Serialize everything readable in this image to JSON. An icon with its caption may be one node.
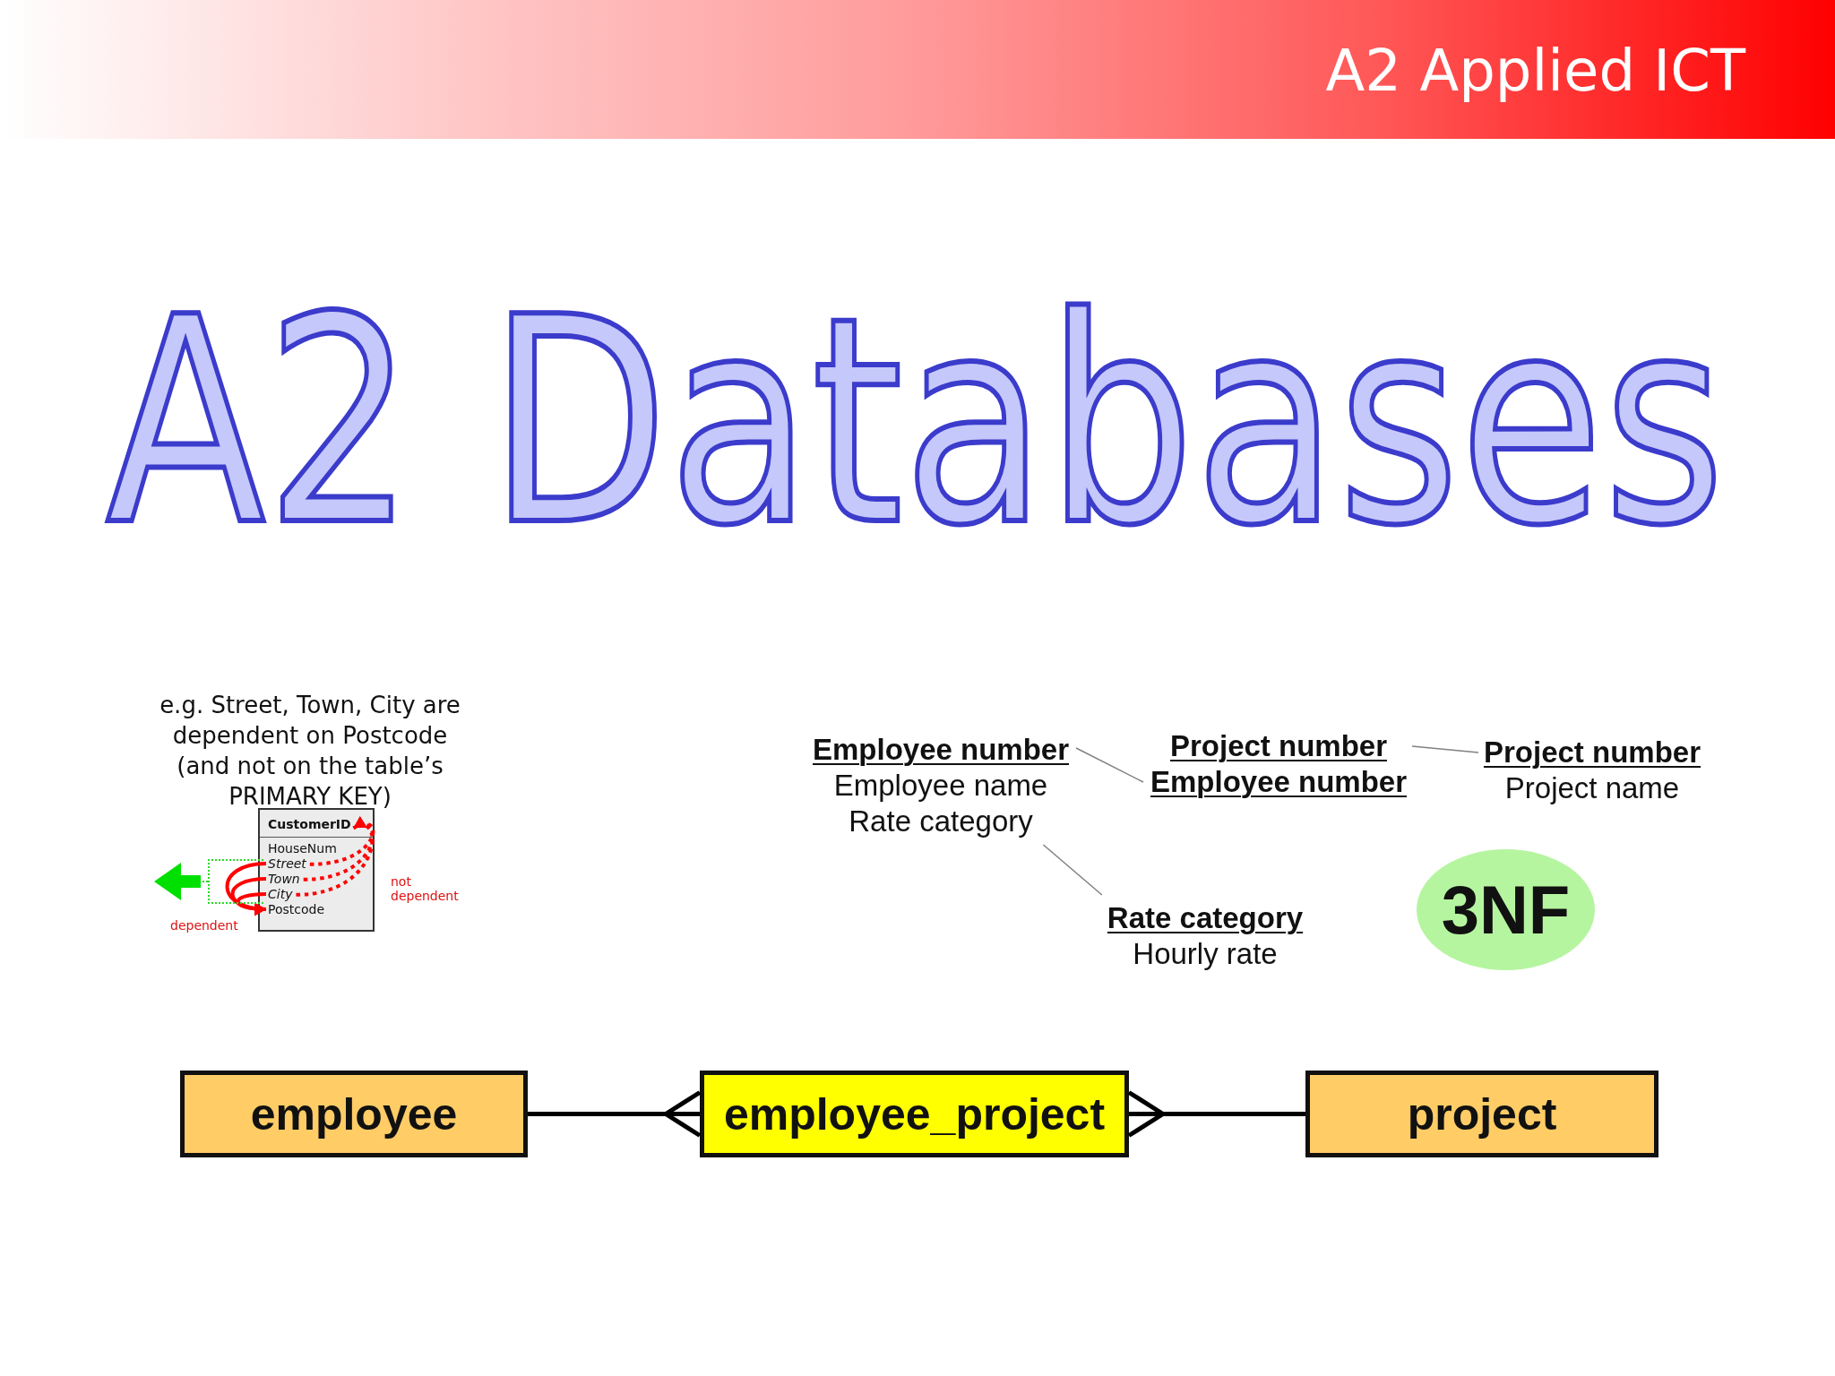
{
  "diagram": {
    "title": "A2 Databases",
    "nodes": [
      {
        "text": [],
        "shape": "box"
      },
      {
        "text": [
          "CustomerID"
        ],
        "in": 0
      },
      {
        "text": [
          "HouseNum"
        ],
        "in": 0
      },
      {
        "text": [
          "Street"
        ],
        "in": 0
      },
      {
        "text": [
          "Town"
        ],
        "in": 0
      },
      {
        "text": [
          "City"
        ],
        "in": 0
      },
      {
        "text": [
          "Postcode"
        ],
        "in": 0
      },
      {
        "text": [
          "Employee number",
          "Employee name",
          "Rate category"
        ]
      },
      {
        "text": [
          "Project number",
          "Employee number"
        ]
      },
      {
        "text": [
          "Project number",
          "Project name"
        ]
      },
      {
        "text": [
          "Rate category",
          "Hourly rate"
        ]
      },
      {
        "text": [
          "3NF"
        ]
      },
      {
        "text": [
          "employee"
        ]
      },
      {
        "text": [
          "employee_project"
        ]
      },
      {
        "text": [
          "project"
        ]
      }
    ],
    "edges": [
      {
        "from": 3,
        "to": 6,
        "arrow": "to",
        "color": "#ff0000"
      },
      {
        "from": 4,
        "to": 6,
        "arrow": "to",
        "color": "#ff0000"
      },
      {
        "from": 5,
        "to": 6,
        "arrow": "to",
        "color": "#ff0000"
      },
      {
        "from": 3,
        "to": 1,
        "arrow": "to",
        "style": "dashed",
        "color": "#ff0000"
      },
      {
        "from": 4,
        "to": 1,
        "arrow": "to",
        "style": "dashed",
        "color": "#ff0000"
      },
      {
        "from": 5,
        "to": 1,
        "arrow": "to",
        "style": "dashed",
        "color": "#ff0000"
      },
      {
        "from": 7,
        "to": 8,
        "arrow": "none",
        "color": "#808080"
      },
      {
        "from": 8,
        "to": 9,
        "arrow": "none",
        "color": "#808080"
      },
      {
        "from": 7,
        "to": 10,
        "arrow": "none",
        "color": "#808080"
      },
      {
        "from": 12,
        "to": 13,
        "arrow": "other",
        "color": "#000000"
      },
      {
        "from": 14,
        "to": 13,
        "arrow": "other",
        "color": "#000000"
      }
    ],
    "labels": [
      "A2 Applied ICT",
      "e.g. Street, Town, City are dependent on Postcode (and not on the table’s PRIMARY KEY)",
      "not dependent",
      "dependent"
    ]
  }
}
